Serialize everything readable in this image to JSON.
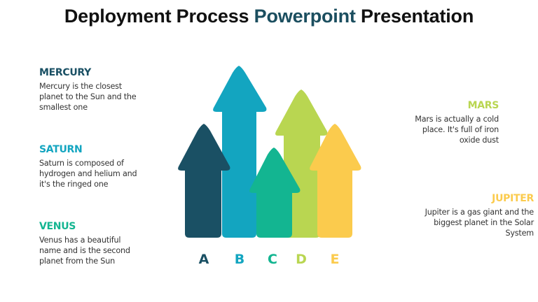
{
  "slide": {
    "title_part1": "Deployment Process ",
    "title_accent": "Powerpoint",
    "title_part2": " Presentation",
    "accent_color": "#1b4e5f"
  },
  "items": [
    {
      "letter": "A",
      "name": "MERCURY",
      "text": "Mercury is the closest planet to the Sun and the smallest one",
      "color": "#1a5064",
      "side": "left"
    },
    {
      "letter": "B",
      "name": "SATURN",
      "text": "Saturn is composed of hydrogen and helium and it's the ringed one",
      "color": "#13a5c0",
      "side": "left"
    },
    {
      "letter": "C",
      "name": "VENUS",
      "text": "Venus has a beautiful name and is the second planet from the Sun",
      "color": "#13b591",
      "side": "left"
    },
    {
      "letter": "D",
      "name": "MARS",
      "text": "Mars is actually a cold place. It's full of iron oxide dust",
      "color": "#b9d651",
      "side": "right"
    },
    {
      "letter": "E",
      "name": "JUPITER",
      "text": "Jupiter is a gas giant and the biggest planet in the Solar System",
      "color": "#fbcb4d",
      "side": "right"
    }
  ]
}
